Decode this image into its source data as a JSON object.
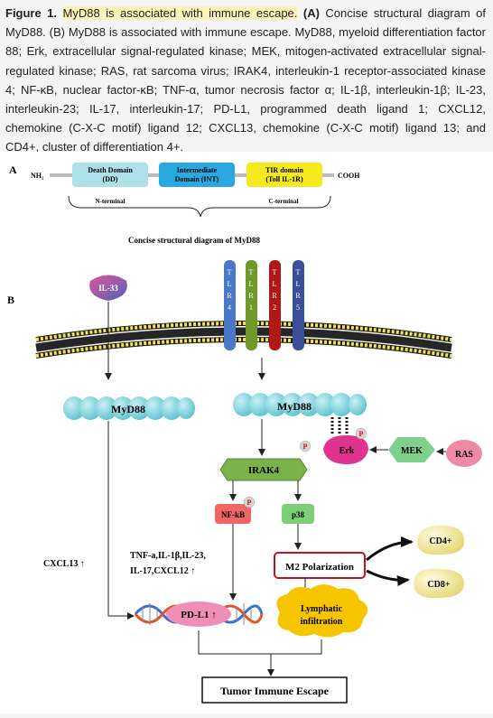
{
  "caption": {
    "figure_label": "Figure 1.",
    "title_highlight": "MyD88 is associated with immune escape.",
    "panel_a_marker": "(A)",
    "part1": " Concise structural diagram of MyD88. (B) MyD88 is associated with immune escape. MyD88, myeloid differentiation factor 88; Erk, extracellular signal-regulated kinase; MEK, mitogen-activated extracellular signal-regulated kinase; RAS, rat sarcoma virus; IRAK4, interleukin-1 receptor-associated kinase 4; NF-κB, nuclear factor-κB; TNF-α, tumor necrosis factor α; IL-1β, interleukin-1β; IL-23, interleukin-23; IL-17, interleukin-17; PD-L1, programmed death ligand 1; CXCL12, chemokine (C-X-C motif) ligand 12; CXCL13, chemokine (C-X-C motif) ligand 13; and CD4+, cluster of differentiation 4+."
  },
  "panel_a": {
    "label": "A",
    "nh2": "NH₂",
    "cooh": "COOH",
    "dd_line1": "Death Domain",
    "dd_line2": "(DD)",
    "int_line1": "Intermediate",
    "int_line2": "Domain (INT)",
    "tir_line1": "TIR domain",
    "tir_line2": "(Toll IL-1R)",
    "n_terminal": "N-terminal",
    "c_terminal": "C-terminal",
    "title": "Concise structural diagram of MyD88",
    "colors": {
      "dd": "#aee0ea",
      "int": "#29a9e0",
      "tir": "#f6ea1e"
    }
  },
  "panel_b": {
    "label": "B",
    "il33": "IL-33",
    "tlr4": [
      "T",
      "L",
      "R",
      "4"
    ],
    "tlr1": [
      "T",
      "L",
      "R",
      "1"
    ],
    "tlr2": [
      "T",
      "L",
      "R",
      "2"
    ],
    "tlr5": [
      "T",
      "L",
      "R",
      "5"
    ],
    "myd88_left": "MyD88",
    "myd88_right": "MyD88",
    "p": "P",
    "erk": "Erk",
    "mek": "MEK",
    "ras": "RAS",
    "irak4": "IRAK4",
    "nfkb": "NF-kB",
    "p38": "p38",
    "cxcl13": "CXCL13 ↑",
    "cytokines_line1": "TNF-a,IL-1β,IL-23,",
    "cytokines_line2": "IL-17,CXCL12 ↑",
    "m2": "M2 Polarization",
    "cd4": "CD4+",
    "cd8": "CD8+",
    "pdl1": "PD-L1 ↑",
    "lymph_line1": "Lymphatic",
    "lymph_line2": "infiltration",
    "escape": "Tumor Immune Escape",
    "colors": {
      "tlr4": "#4a78c8",
      "tlr1": "#6f9a2a",
      "tlr2": "#b01818",
      "tlr5": "#3a4f9a",
      "erk": "#e0338f",
      "mek": "#7fd08a",
      "ras": "#ef8aa6",
      "irak4": "#79b24a",
      "nfkb": "#f06565",
      "p38": "#7ccf74",
      "m2_border": "#c0131b",
      "lymph": "#f7c500",
      "cd": "#f2ea9a",
      "myd88": "#7fd4de",
      "membrane": "#f4e64a"
    }
  }
}
